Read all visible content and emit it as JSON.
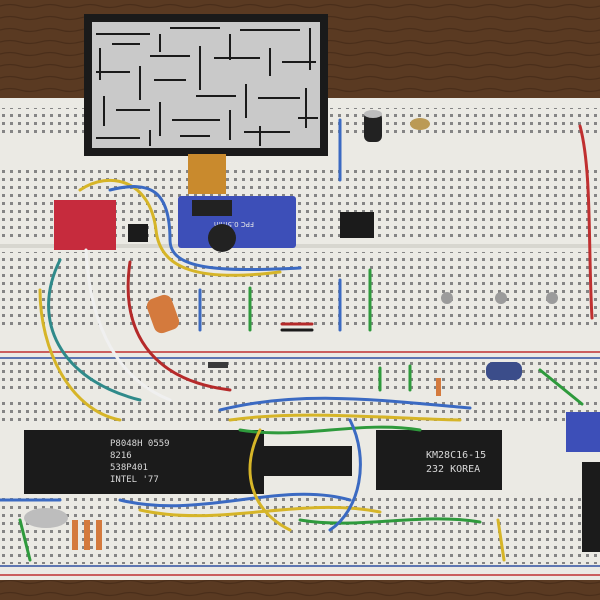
{
  "photo": {
    "subject": "breadboard computer with LCD maze display"
  },
  "colors": {
    "desk": "#5a3a22",
    "breadboard": "#e9e8e2",
    "hole": "#6f6f6f",
    "rail_red": "#c03030",
    "rail_blue": "#3050a0",
    "chip": "#1b1b1b",
    "lcd_bezel": "#202020",
    "lcd_screen": "#d0d0d0",
    "adapter_pcb": "#3d4fb8",
    "level_shifter_pcb": "#c62b3d"
  },
  "cpu_chip": {
    "line1": "P8048H 0559",
    "line2": "8216",
    "line3": "538P401",
    "line4": "INTEL '77"
  },
  "ram_chip": {
    "line1": "KM28C16-15",
    "line2": "232 KOREA"
  },
  "lcd_adapter": {
    "line1": "FPC 0.5mm"
  }
}
